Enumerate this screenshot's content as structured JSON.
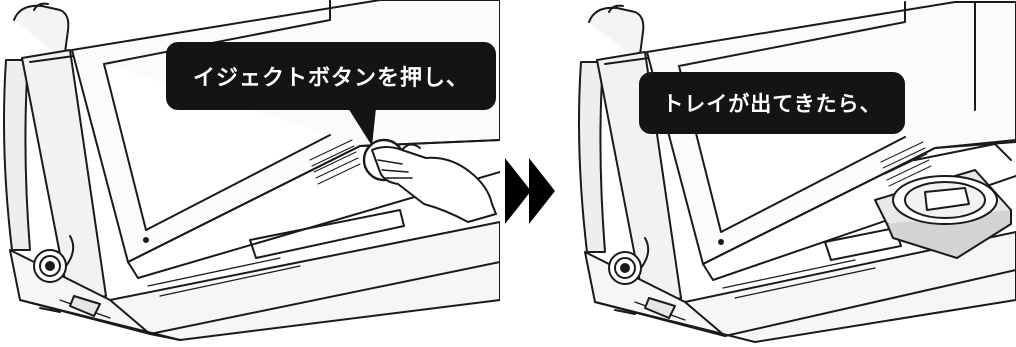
{
  "steps": [
    {
      "index": 1,
      "callout_text": "イジェクトボタンを押し、",
      "illustration": "desktop-pc-pressing-eject-button"
    },
    {
      "index": 2,
      "callout_text": "トレイが出てきたら、",
      "illustration": "desktop-pc-disc-tray-ejected"
    }
  ],
  "arrow_icon": "double-chevron-right-icon",
  "colors": {
    "callout_bg": "#141414",
    "callout_text": "#ffffff",
    "line": "#1a1a1a",
    "arrow": "#000000"
  }
}
